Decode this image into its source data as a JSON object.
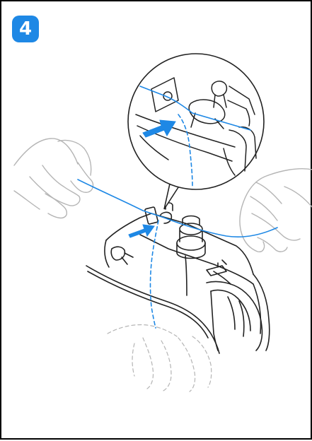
{
  "step": {
    "number": "4"
  },
  "colors": {
    "thread": "#1e88e5",
    "outline": "#222222",
    "hand": "#b5b5b5",
    "badge": "#1e88e5"
  },
  "illustration": {
    "icons": [
      "zoom-callout",
      "machine-head",
      "thread-guide",
      "left-hand",
      "right-hand",
      "lower-hand-dashed",
      "arrow-large",
      "arrow-small",
      "thread-line"
    ]
  }
}
